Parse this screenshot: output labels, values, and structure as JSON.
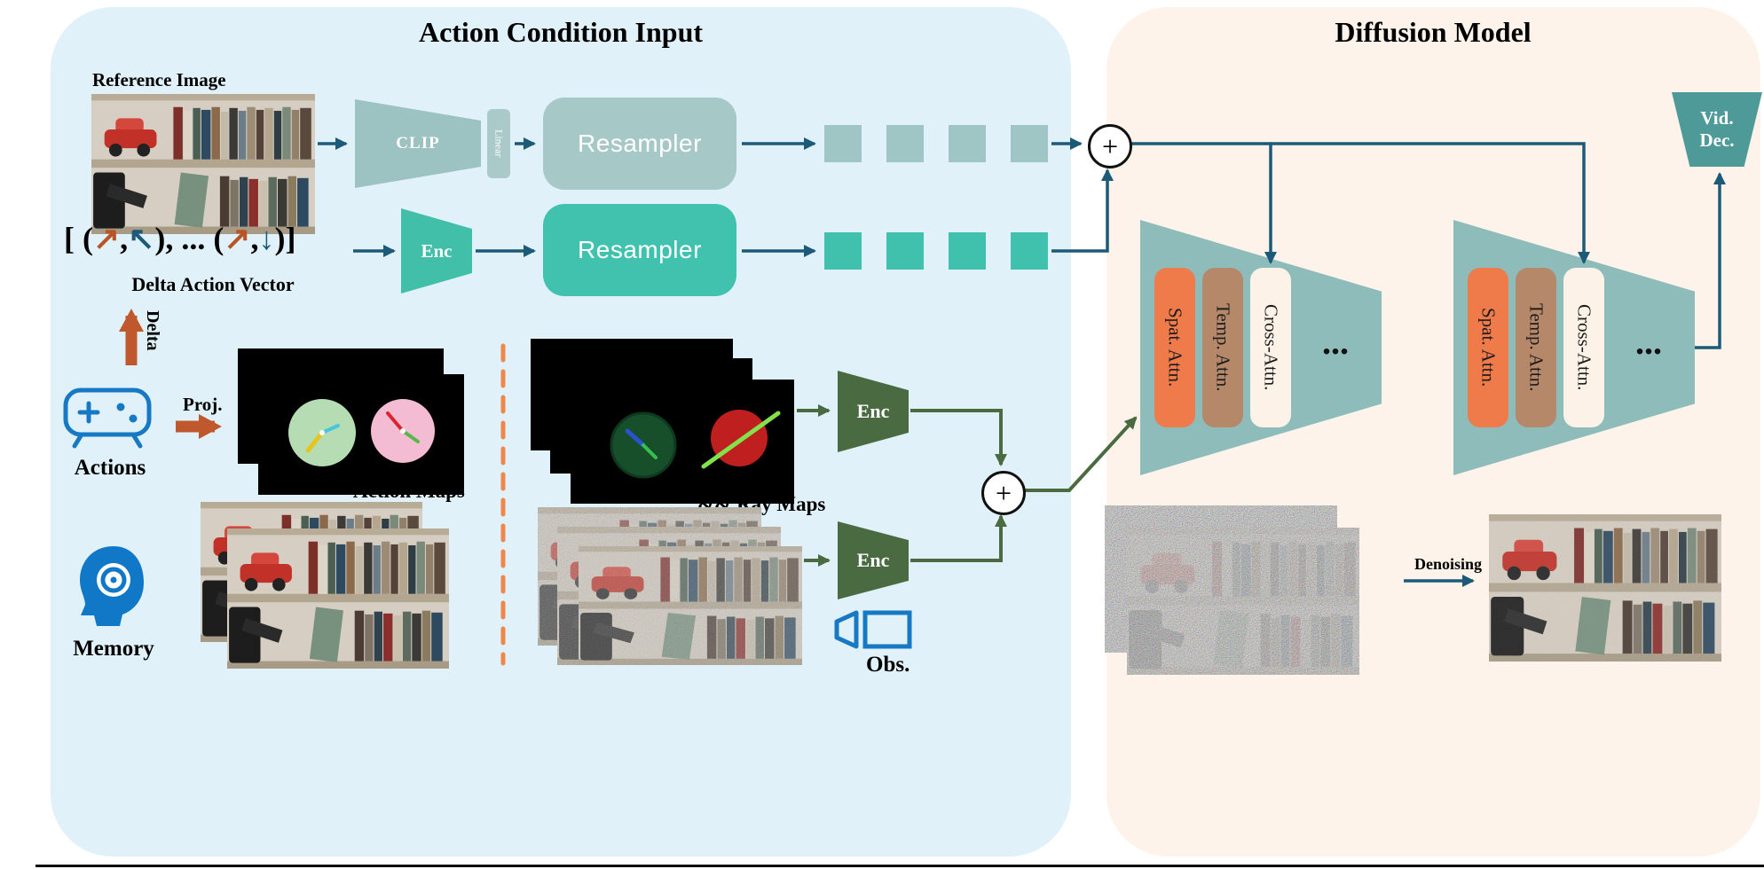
{
  "panels": {
    "action_condition": {
      "title": "Action Condition Input"
    },
    "diffusion": {
      "title": "Diffusion Model"
    }
  },
  "labels": {
    "reference_image": "Reference Image",
    "delta_action_vector": "Delta Action Vector",
    "delta": "Delta",
    "proj": "Proj.",
    "actions": "Actions",
    "action_maps": "Action Maps",
    "ray_maps": "&& Ray Maps",
    "memory": "Memory",
    "obs": "Obs.",
    "denoising": "Denoising",
    "plus": "+",
    "ellipsis": "..."
  },
  "delta_vector": {
    "open": "[ (",
    "a1": "↗",
    "c1": ",",
    "a2": "↖",
    "mid": "), ... (",
    "a3": "↗",
    "c2": ",",
    "a4": "↓",
    "close": ")]"
  },
  "blocks": {
    "clip": "CLIP",
    "linear": "Linear",
    "resampler_image": "Resampler",
    "resampler_action": "Resampler",
    "enc_action": "Enc",
    "enc_maps": "Enc",
    "enc_obs": "Enc",
    "vid_dec": {
      "line1": "Vid.",
      "line2": "Dec."
    }
  },
  "unet": {
    "block1": {
      "layers": [
        "Spat. Attn.",
        "Temp. Attn.",
        "Cross-Attn."
      ],
      "more": "..."
    },
    "block2": {
      "layers": [
        "Spat. Attn.",
        "Temp. Attn.",
        "Cross-Attn."
      ],
      "more": "..."
    }
  },
  "colors": {
    "panel_left": "#e1f1f9",
    "panel_right": "#fdf3ea",
    "arrow_teal": "#1c5a78",
    "arrow_green": "#4a6b41",
    "accent_orange": "#c0582e",
    "divider_orange": "#f0874a",
    "resampler_teal": "#41c2ae",
    "resampler_gray": "#a6c9c7",
    "clip_gray": "#9cc2c1",
    "enc_dark_green": "#4a6b41",
    "unet_fill": "#8ebcba",
    "spat_attn": "#ef7a4a",
    "temp_attn": "#b5886a",
    "cross_attn": "#fdf2e7",
    "vid_dec": "#4d9a99",
    "icon_blue": "#1779c4"
  }
}
